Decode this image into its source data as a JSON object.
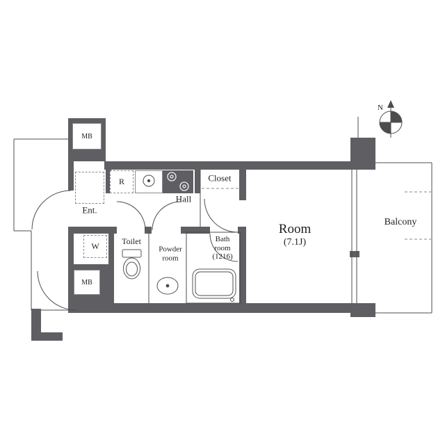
{
  "colors": {
    "wall": "#5f5f63",
    "line": "#4d4d4d",
    "text": "#1f1f1f"
  },
  "compass": {
    "north_label": "N"
  },
  "rooms": {
    "entrance": {
      "label": "Ent."
    },
    "hall": {
      "label": "Hall"
    },
    "closet": {
      "label": "Closet"
    },
    "toilet": {
      "label": "Toilet"
    },
    "powder": {
      "line1": "Powder",
      "line2": "room"
    },
    "bath": {
      "line1": "Bath",
      "line2": "room",
      "line3": "(1216)"
    },
    "main": {
      "label": "Room",
      "size": "(7.1J)"
    },
    "balcony": {
      "label": "Balcony"
    }
  },
  "fixtures": {
    "meter_box_top": {
      "label": "MB"
    },
    "meter_box_bottom": {
      "label": "MB"
    },
    "refrigerator": {
      "label": "R"
    },
    "washer": {
      "label": "W"
    }
  }
}
